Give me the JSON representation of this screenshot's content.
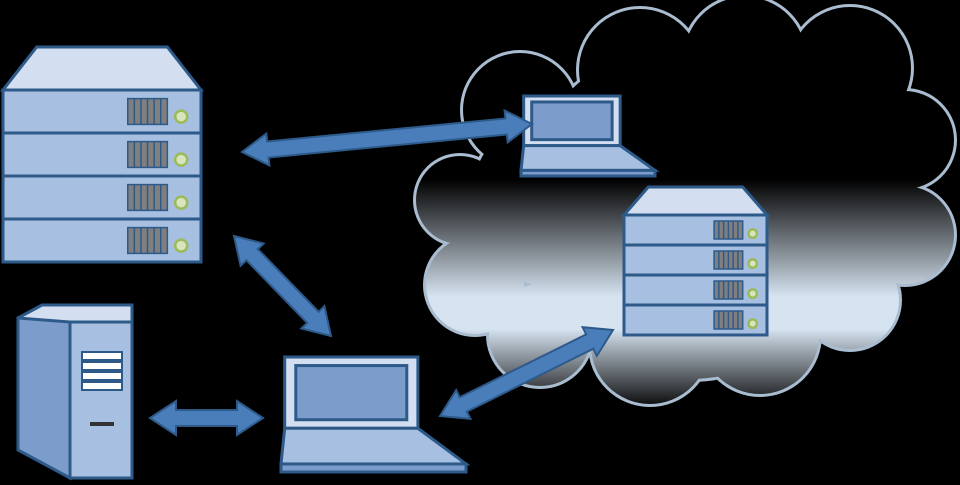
{
  "colors": {
    "background": "#000000",
    "device_fill": "#a7bfe0",
    "device_top": "#d3dff0",
    "device_stroke": "#2e5a8a",
    "arrow_fill": "#4a7ebb",
    "arrow_stroke": "#2e5a8a",
    "vent_fill": "#7f7f7f",
    "led": "#9bbb59",
    "cloud_light": "#d6e3f0",
    "cloud_stroke": "#a9bcd0"
  },
  "nodes": [
    "rack-server",
    "tower-server",
    "laptop-local",
    "laptop-cloud",
    "cloud-server",
    "cloud"
  ],
  "links": [
    [
      "rack-server",
      "laptop-cloud"
    ],
    [
      "rack-server",
      "laptop-local"
    ],
    [
      "tower-server",
      "laptop-local"
    ],
    [
      "laptop-local",
      "cloud-server"
    ]
  ]
}
